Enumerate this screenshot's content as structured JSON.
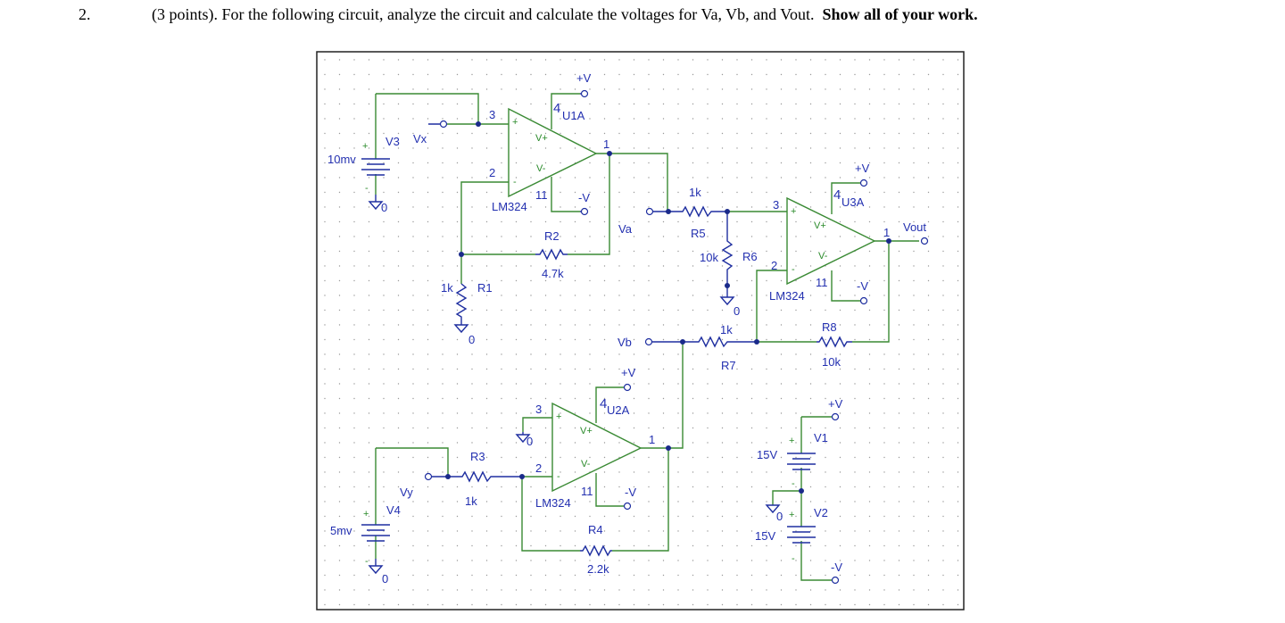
{
  "question": {
    "number": "2.",
    "text": "(3 points). For the following circuit, analyze the circuit and calculate the voltages for Va, Vb, and Vout.",
    "emphasis": "Show all of your work."
  },
  "colors": {
    "wire": "#3a8a34",
    "label": "#2330b0",
    "node": "#1a2a8a"
  },
  "circuit": {
    "u1": {
      "name": "U1A",
      "part": "LM324",
      "pin_plus": "3",
      "pin_minus": "2",
      "pin_out": "1",
      "pin_vp": "4",
      "pin_vn": "11",
      "plus": "+",
      "minus": "-",
      "vplus": "V+",
      "vminus": "V-",
      "supply_pos": "+V",
      "supply_neg": "-V"
    },
    "u2": {
      "name": "U2A",
      "part": "LM324",
      "pin_plus": "3",
      "pin_minus": "2",
      "pin_out": "1",
      "pin_vp": "4",
      "pin_vn": "11",
      "plus": "+",
      "minus": "-",
      "vplus": "V+",
      "vminus": "V-",
      "supply_pos": "+V",
      "supply_neg": "-V"
    },
    "u3": {
      "name": "U3A",
      "part": "LM324",
      "pin_plus": "3",
      "pin_minus": "2",
      "pin_out": "1",
      "pin_vp": "4",
      "pin_vn": "11",
      "plus": "+",
      "minus": "-",
      "vplus": "V+",
      "vminus": "V-",
      "supply_pos": "+V",
      "supply_neg": "-V"
    },
    "v3": {
      "name": "V3",
      "value": "10mv",
      "plus": "+",
      "minus": "-",
      "ground": "0"
    },
    "v4": {
      "name": "V4",
      "value": "5mv",
      "plus": "+",
      "minus": "-",
      "ground": "0"
    },
    "v1": {
      "name": "V1",
      "value": "15V",
      "plus": "+",
      "minus": "-",
      "terminal": "+V"
    },
    "v2": {
      "name": "V2",
      "value": "15V",
      "plus": "+",
      "minus": "-",
      "terminal": "-V",
      "ground": "0"
    },
    "r1": {
      "name": "R1",
      "value": "1k",
      "ground": "0"
    },
    "r2": {
      "name": "R2",
      "value": "4.7k"
    },
    "r3": {
      "name": "R3",
      "value": "1k"
    },
    "r4": {
      "name": "R4",
      "value": "2.2k"
    },
    "r5": {
      "name": "R5",
      "value": "1k"
    },
    "r6": {
      "name": "R6",
      "value": "10k",
      "ground": "0"
    },
    "r7": {
      "name": "R7",
      "value": "1k"
    },
    "r8": {
      "name": "R8",
      "value": "10k"
    },
    "u2_ground": "0",
    "nodes": {
      "vx": "Vx",
      "vy": "Vy",
      "va": "Va",
      "vb": "Vb",
      "vout": "Vout"
    }
  }
}
